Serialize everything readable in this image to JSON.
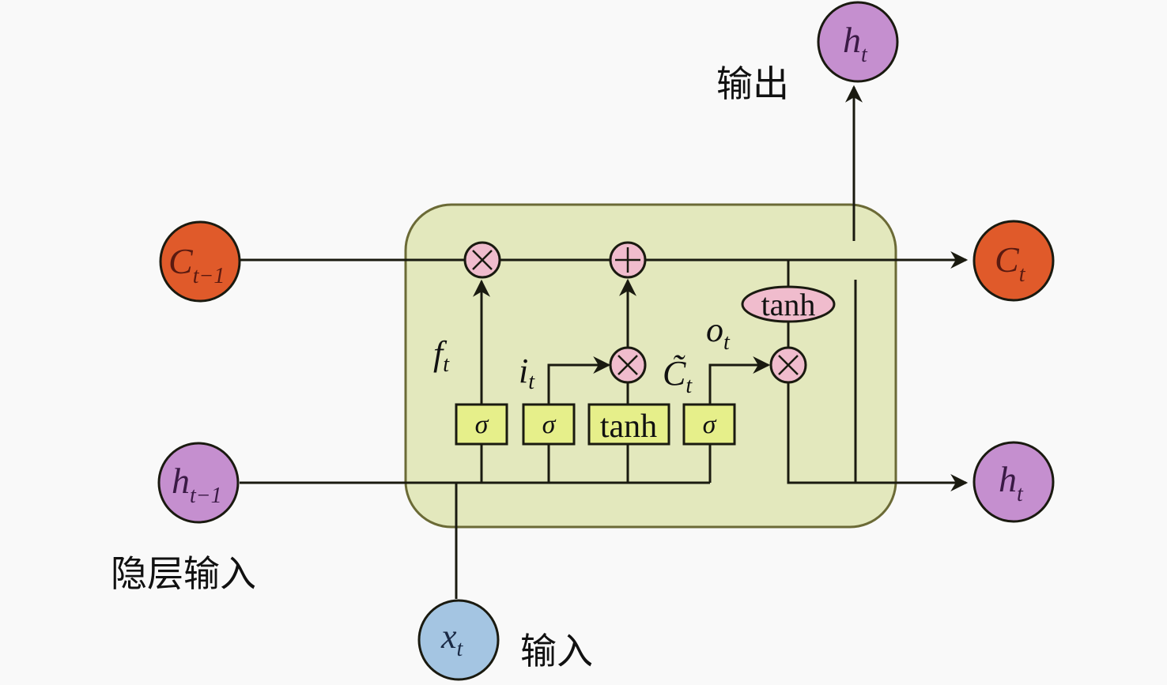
{
  "title": "LSTM cell structure",
  "colors": {
    "background": "#f9f9f9",
    "cell_fill": "#e3e8bd",
    "cell_stroke": "#6b6a36",
    "gate_box_fill": "#e6ef8a",
    "op_fill": "#f0bccd",
    "cell_state_node": "#e05a2a",
    "hidden_node": "#c58fcf",
    "input_node": "#a4c5e2",
    "line": "#1a1a10"
  },
  "nodes": {
    "c_prev": {
      "base": "C",
      "sub": "t−1"
    },
    "h_prev": {
      "base": "h",
      "sub": "t−1"
    },
    "x_t": {
      "base": "x",
      "sub": "t"
    },
    "c_out": {
      "base": "C",
      "sub": "t"
    },
    "h_out": {
      "base": "h",
      "sub": "t"
    },
    "h_top": {
      "base": "h",
      "sub": "t"
    }
  },
  "labels": {
    "output": "输出",
    "hidden_input": "隐层输入",
    "input": "输入"
  },
  "gates": [
    {
      "id": "forget",
      "label": "σ",
      "signal": {
        "base": "f",
        "sub": "t"
      }
    },
    {
      "id": "input",
      "label": "σ",
      "signal": {
        "base": "i",
        "sub": "t"
      }
    },
    {
      "id": "candidate",
      "label": "tanh",
      "signal": {
        "base": "C̃",
        "sub": "t"
      }
    },
    {
      "id": "output",
      "label": "σ",
      "signal": {
        "base": "o",
        "sub": "t"
      }
    }
  ],
  "operators": {
    "forget_mult": "×",
    "add": "+",
    "input_mult": "×",
    "output_mult": "×",
    "tanh_ellipse": "tanh"
  }
}
